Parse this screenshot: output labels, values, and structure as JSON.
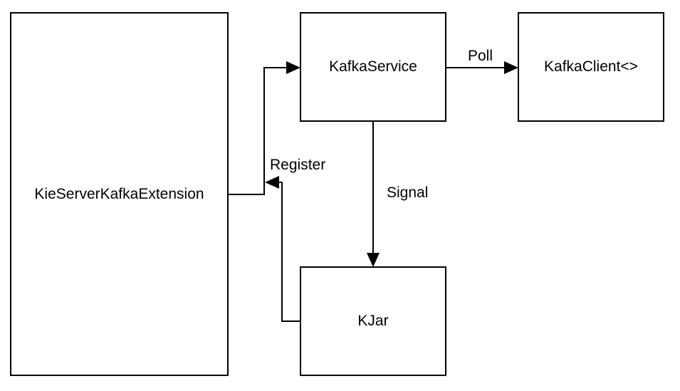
{
  "nodes": {
    "kie_server_kafka_extension": "KieServerKafkaExtension",
    "kafka_service": "KafkaService",
    "kafka_client": "KafkaClient<>",
    "kjar": "KJar"
  },
  "edges": {
    "poll": "Poll",
    "register": "Register",
    "signal": "Signal"
  },
  "colors": {
    "stroke": "#000000",
    "background": "#ffffff"
  }
}
